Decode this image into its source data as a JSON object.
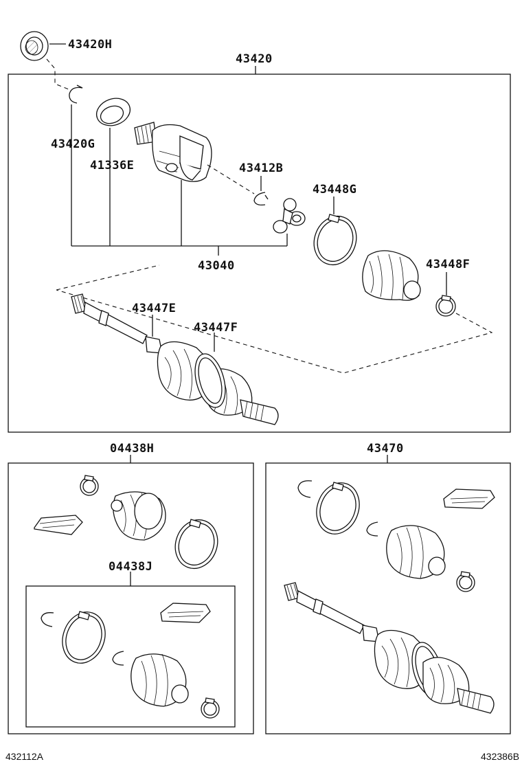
{
  "labels": {
    "p43420H": "43420H",
    "p43420": "43420",
    "p43420G": "43420G",
    "p41336E": "41336E",
    "p43412B": "43412B",
    "p43448G": "43448G",
    "p43040": "43040",
    "p43448F": "43448F",
    "p43447E": "43447E",
    "p43447F": "43447F",
    "p04438H": "04438H",
    "p43470": "43470",
    "p04438J": "04438J"
  },
  "footer": {
    "left_code": "432112A",
    "right_code": "432386B"
  }
}
